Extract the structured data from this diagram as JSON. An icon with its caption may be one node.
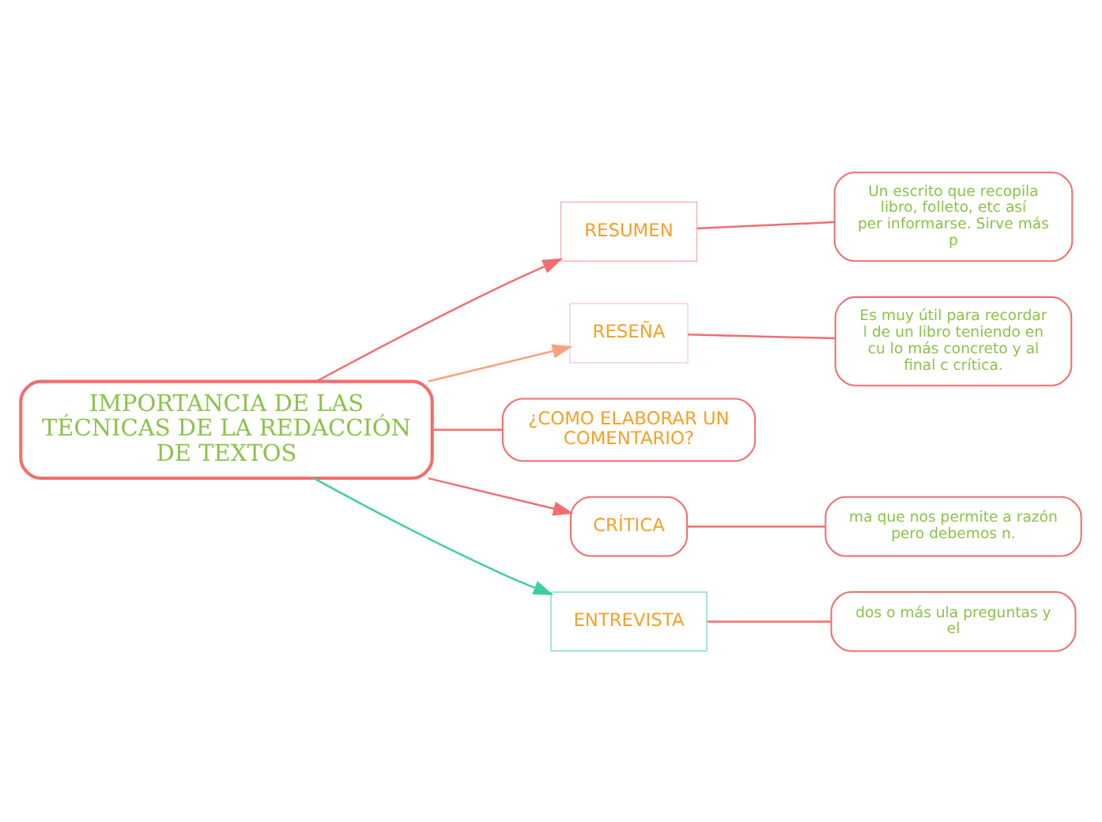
{
  "diagram": {
    "nodes": [
      {
        "text": [
          "IMPORTANCIA DE LAS TÉCNICAS DE LA REDACCIÓN DE TEXTOS"
        ]
      },
      {
        "text": [
          "RESUMEN"
        ]
      },
      {
        "text": [
          "Un escrito que recopila libro, folleto, etc así per informarse. Sirve más p"
        ]
      },
      {
        "text": [
          "RESEÑA"
        ]
      },
      {
        "text": [
          "Es muy útil para recordar l de un libro teniendo en cu lo más concreto y al final c crítica."
        ]
      },
      {
        "text": [
          "¿COMO ELABORAR UN COMENTARIO?"
        ]
      },
      {
        "text": [
          "CRÍTICA"
        ]
      },
      {
        "text": [
          "ma que nos permite a razón pero debemos n."
        ]
      },
      {
        "text": [
          "ENTREVISTA"
        ]
      },
      {
        "text": [
          "dos o más ula preguntas y el"
        ]
      }
    ],
    "edges": [
      {
        "from": 0,
        "to": 1,
        "arrow": "to"
      },
      {
        "from": 1,
        "to": 2,
        "arrow": "none"
      },
      {
        "from": 0,
        "to": 3,
        "arrow": "to",
        "color": "#f6a37e"
      },
      {
        "from": 3,
        "to": 4,
        "arrow": "none"
      },
      {
        "from": 0,
        "to": 5,
        "arrow": "none"
      },
      {
        "from": 0,
        "to": 6,
        "arrow": "to"
      },
      {
        "from": 6,
        "to": 7,
        "arrow": "none"
      },
      {
        "from": 0,
        "to": 8,
        "arrow": "to",
        "color": "#3fcf9b"
      },
      {
        "from": 8,
        "to": 9,
        "arrow": "none"
      }
    ]
  }
}
